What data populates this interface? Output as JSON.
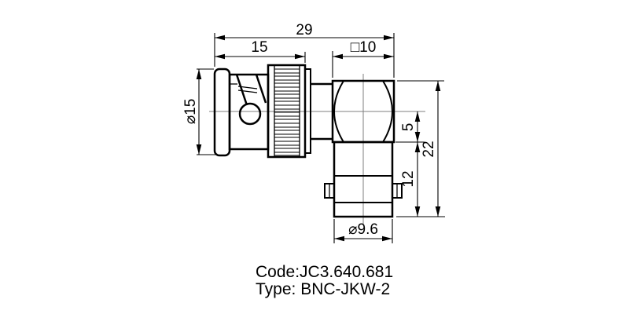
{
  "drawing": {
    "dimensions": {
      "total_length": "29",
      "coupling_nut_length": "15",
      "square_body": "□10",
      "front_diameter": "⌀15",
      "axis_to_square_bottom": "5",
      "body_height": "22",
      "lower_body_height": "12",
      "bottom_diameter": "⌀9.6"
    },
    "footer": {
      "code": "Code:JC3.640.681",
      "type": "Type: BNC-JKW-2"
    },
    "colors": {
      "line": "#000000",
      "centerline": "#7f7f7f",
      "background": "#ffffff"
    }
  }
}
